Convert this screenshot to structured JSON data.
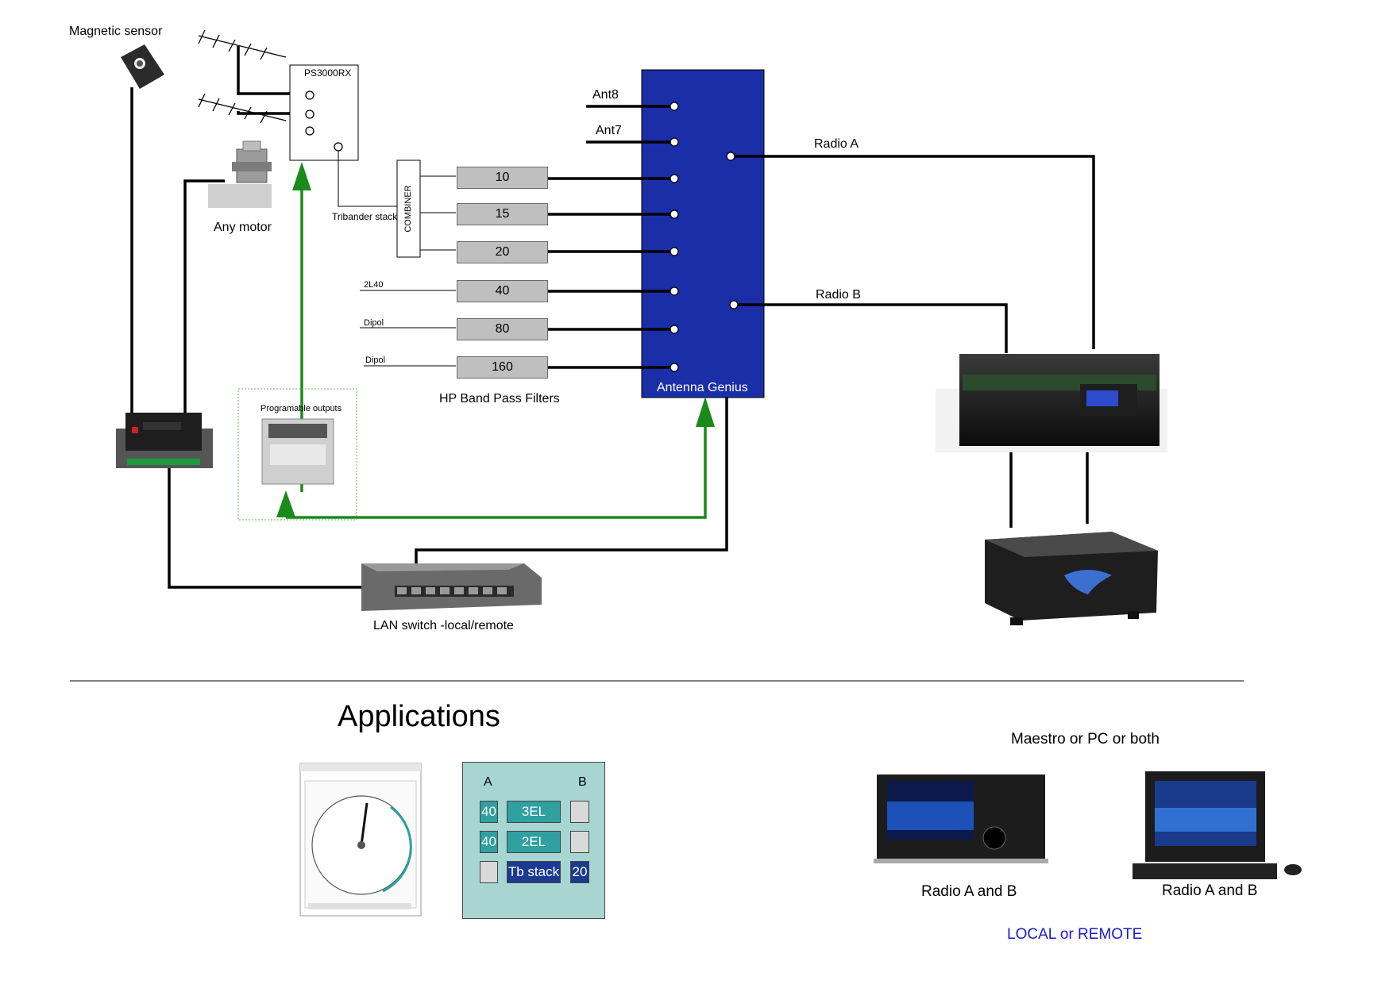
{
  "labels": {
    "magnetic_sensor": "Magnetic sensor",
    "ps3000rx": "PS3000RX",
    "any_motor": "Any motor",
    "tribander_stack": "Tribander stack",
    "combiner": "COMBINER",
    "ant8": "Ant8",
    "ant7": "Ant7",
    "radio_a": "Radio A",
    "radio_b": "Radio B",
    "antenna_genius": "Antenna Genius",
    "hp_bpf": "HP Band Pass Filters",
    "programable_outputs": "Programable outputs",
    "lan_switch": "LAN switch -local/remote",
    "ant_2l40": "2L40",
    "dipol_80": "Dipol",
    "dipol_160": "Dipol"
  },
  "filters": [
    "10",
    "15",
    "20",
    "40",
    "80",
    "160"
  ],
  "applications": {
    "title": "Applications",
    "panel": {
      "col_a": "A",
      "col_b": "B",
      "rows": [
        {
          "a": "40",
          "antenna": "3EL",
          "b": ""
        },
        {
          "a": "40",
          "antenna": "2EL",
          "b": ""
        },
        {
          "a": "",
          "antenna": "Tb stack",
          "b": "20"
        }
      ]
    },
    "maestro_label": "Maestro or PC or both",
    "radio_label_1": "Radio A and B",
    "radio_label_2": "Radio A and B",
    "local_remote": "LOCAL or REMOTE"
  },
  "colors": {
    "genius_blue": "#1a2ea8",
    "control_green": "#1a8a1a",
    "panel_teal": "#a7d6d2",
    "button_teal": "#2f9fa0",
    "button_navy": "#1c3a8f",
    "link_blue": "#1a1acc"
  },
  "icons": [
    "magnetic-sensor-image",
    "yagi-antenna-icon",
    "motor-image",
    "controller-image",
    "output-module-image",
    "lan-switch-image",
    "power-supply-image",
    "amplifier-image",
    "rotator-app-screenshot",
    "maestro-image",
    "pc-image"
  ]
}
